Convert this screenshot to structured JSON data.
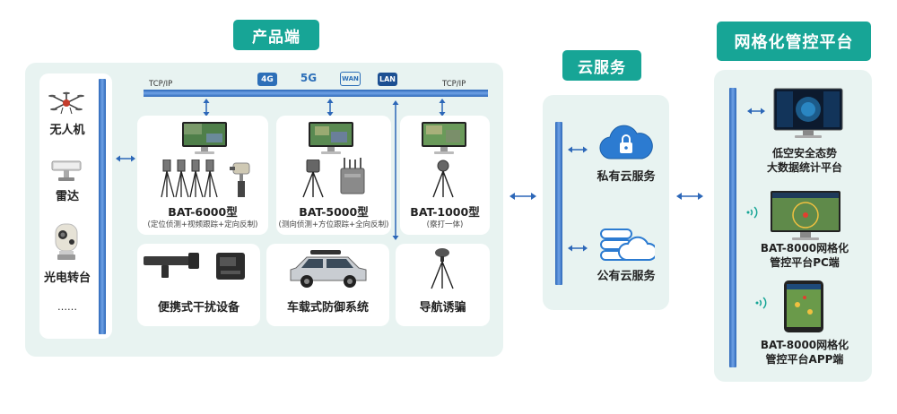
{
  "product": {
    "title": "产品端",
    "left_items": [
      {
        "label": "无人机",
        "icon": "drone-icon"
      },
      {
        "label": "雷达",
        "icon": "radar-icon"
      },
      {
        "label": "光电转台",
        "icon": "ptz-camera-icon"
      },
      {
        "label": "……",
        "icon": ""
      }
    ],
    "network": {
      "tcp_left": "TCP/IP",
      "tcp_right": "TCP/IP",
      "badges": [
        "4G",
        "5G",
        "WAN",
        "LAN"
      ]
    },
    "devices": [
      {
        "model": "BAT-6000型",
        "desc": "(定位侦测+视频跟踪+定向反制)"
      },
      {
        "model": "BAT-5000型",
        "desc": "(测向侦测+方位跟踪+全向反制)"
      },
      {
        "model": "BAT-1000型",
        "desc": "(察打一体)"
      }
    ],
    "bottom": [
      {
        "label": "便携式干扰设备"
      },
      {
        "label": "车载式防御系统"
      },
      {
        "label": "导航诱骗"
      }
    ]
  },
  "cloud": {
    "title": "云服务",
    "items": [
      {
        "label": "私有云服务",
        "icon": "cloud-lock-icon"
      },
      {
        "label": "公有云服务",
        "icon": "cloud-server-icon"
      }
    ]
  },
  "platform": {
    "title": "网格化管控平台",
    "items": [
      {
        "line1": "低空安全态势",
        "line2": "大数据统计平台"
      },
      {
        "line1": "BAT-8000网格化",
        "line2": "管控平台PC端"
      },
      {
        "line1": "BAT-8000网格化",
        "line2": "管控平台APP端"
      }
    ]
  },
  "colors": {
    "accent": "#17a596",
    "panel": "#e8f3f1",
    "bus": "#2c67b8"
  }
}
